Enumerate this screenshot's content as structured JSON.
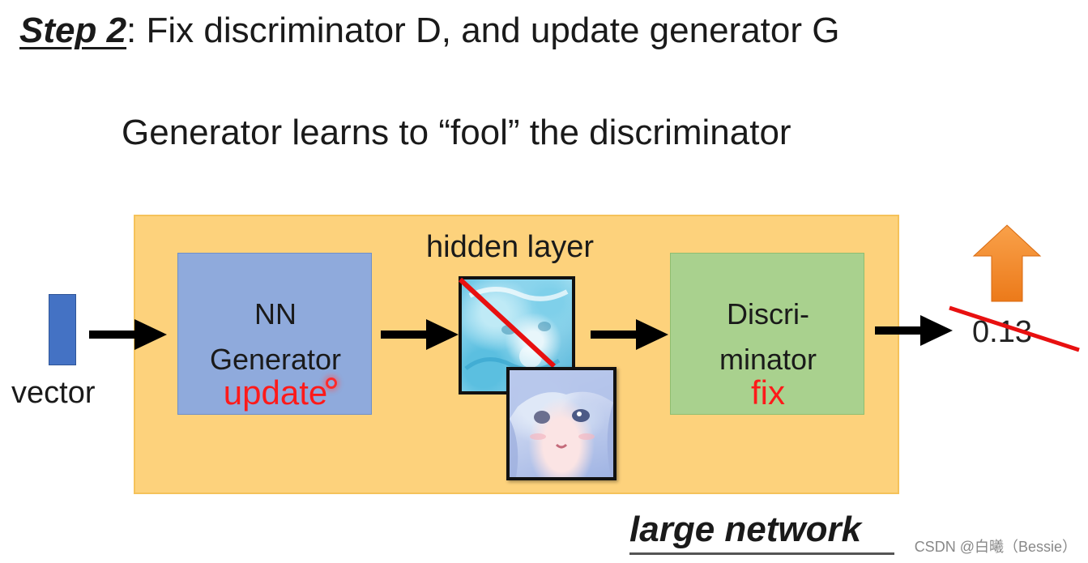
{
  "title": {
    "step": "Step 2",
    "rest": ": Fix discriminator D, and update generator G"
  },
  "subtitle": "Generator learns to “fool” the discriminator",
  "vector": {
    "label": "vector"
  },
  "generator": {
    "line1": "NN",
    "line2": "Generator",
    "note": "update"
  },
  "hidden_layer": {
    "label": "hidden layer"
  },
  "discriminator": {
    "line1": "Discri-",
    "line2": "minator",
    "note": "fix"
  },
  "output": {
    "score": "0.13",
    "change_icon": "up-arrow-icon"
  },
  "network": {
    "label": "large network"
  },
  "watermark": "CSDN @白曦（Bessie）",
  "colors": {
    "network_box": "#fdd27c",
    "generator_box": "#8faadc",
    "discriminator_box": "#a9d18e",
    "vector_bar": "#4472c4",
    "annotation_red": "#ff1a1a",
    "up_arrow": "#f5821f"
  }
}
